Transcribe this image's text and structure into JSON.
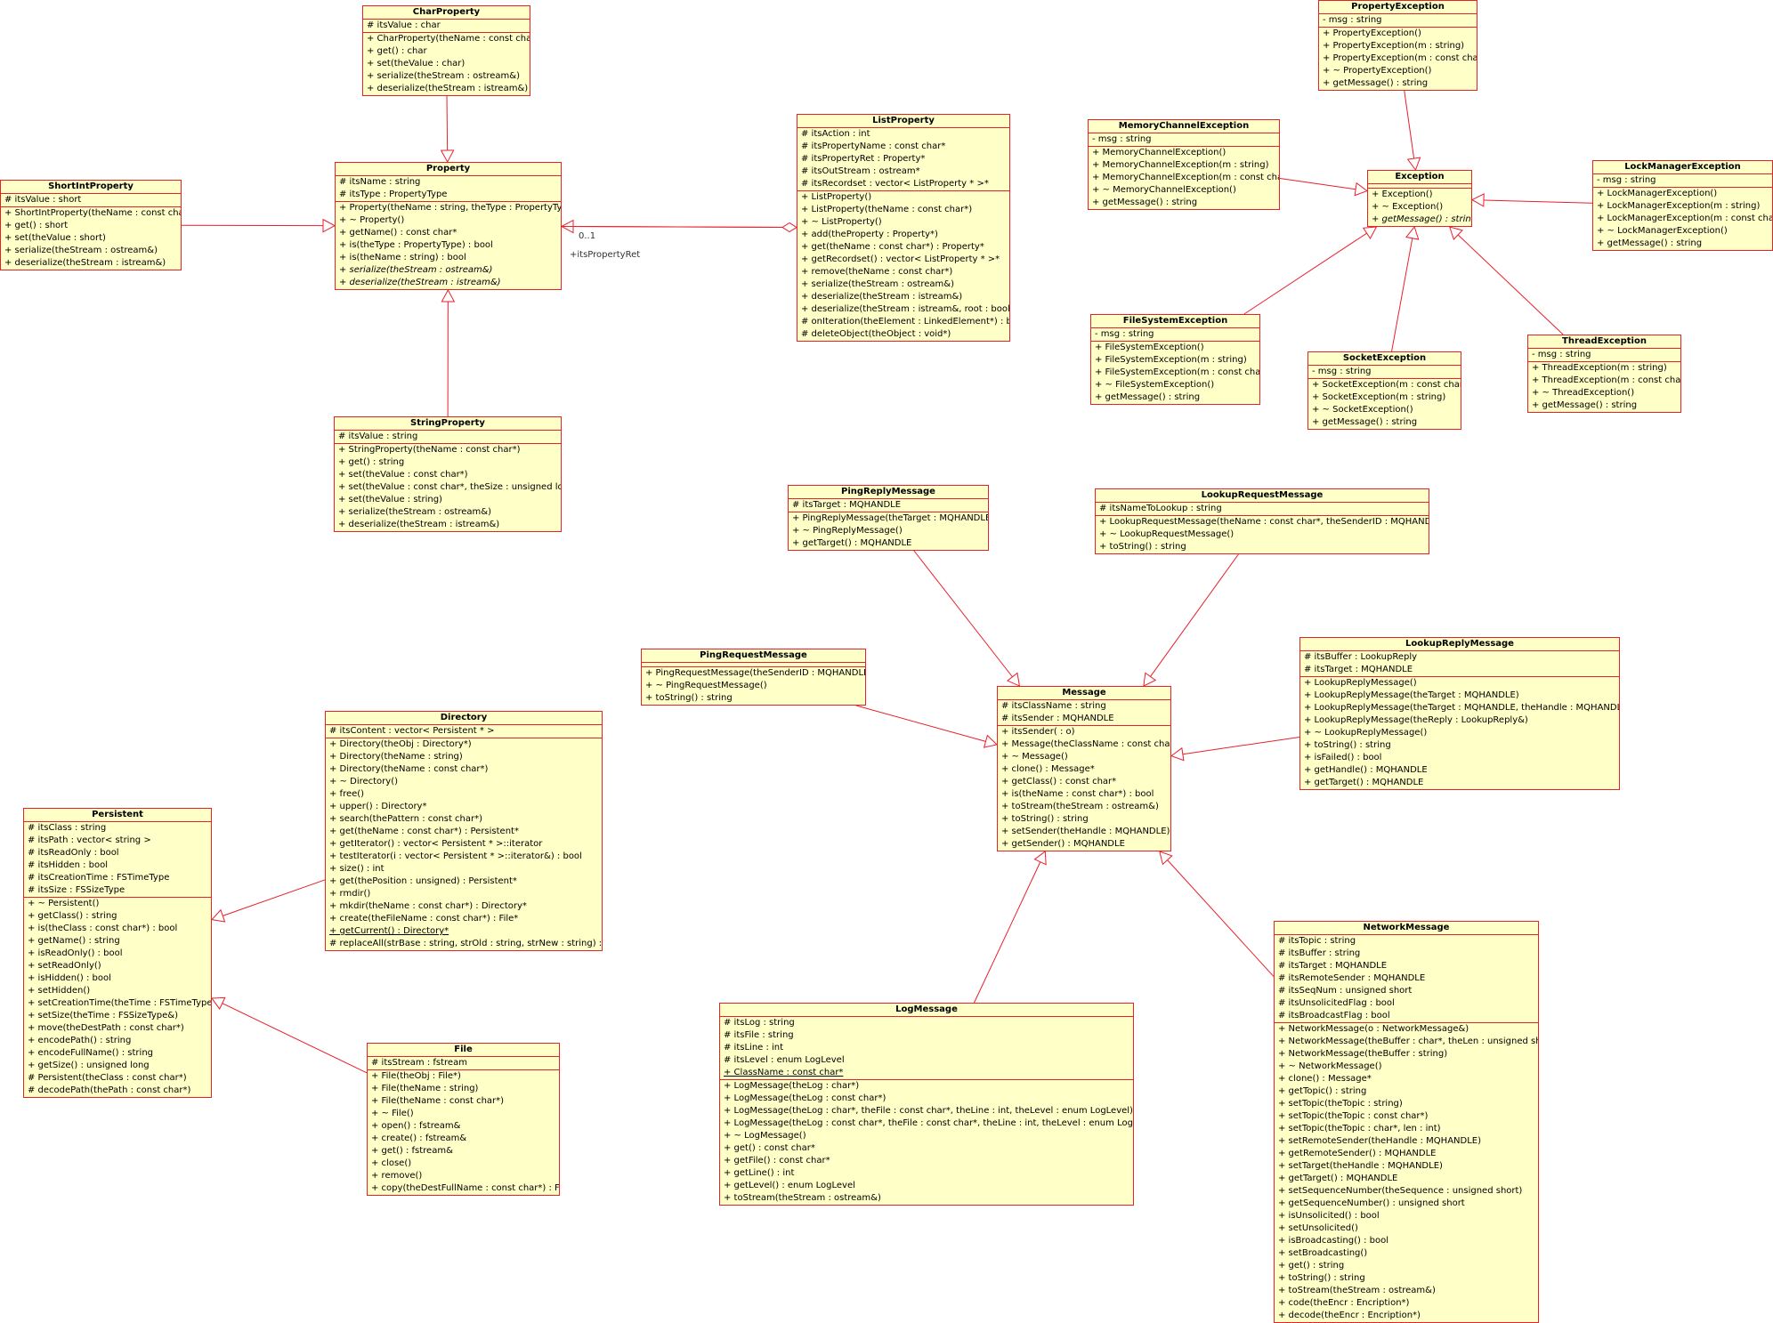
{
  "colors": {
    "line": "#e8202a",
    "fill": "#ffffc8"
  },
  "classes": [
    {
      "id": "CharProperty",
      "name": "CharProperty",
      "attrs": [
        "# itsValue : char"
      ],
      "ops": [
        "+ CharProperty(theName : const char*)",
        "+ get() : char",
        "+ set(theValue : char)",
        "+ serialize(theStream : ostream&)",
        "+ deserialize(theStream : istream&)"
      ]
    },
    {
      "id": "Property",
      "name": "Property",
      "attrs": [
        "# itsName : string",
        "# itsType : PropertyType"
      ],
      "ops": [
        "+ Property(theName : string, theType : PropertyType)",
        "+ ~ Property()",
        "+ getName() : const char*",
        "+ is(theType : PropertyType) : bool",
        "+ is(theName : string) : bool",
        "+ serialize(theStream : ostream&)",
        "+ deserialize(theStream : istream&)"
      ],
      "italicOps": [
        5,
        6
      ]
    },
    {
      "id": "ShortIntProperty",
      "name": "ShortIntProperty",
      "attrs": [
        "# itsValue : short"
      ],
      "ops": [
        "+ ShortIntProperty(theName : const char*)",
        "+ get() : short",
        "+ set(theValue : short)",
        "+ serialize(theStream : ostream&)",
        "+ deserialize(theStream : istream&)"
      ]
    },
    {
      "id": "ListProperty",
      "name": "ListProperty",
      "attrs": [
        "# itsAction : int",
        "# itsPropertyName : const char*",
        "# itsPropertyRet : Property*",
        "# itsOutStream : ostream*",
        "# itsRecordset : vector< ListProperty * >*"
      ],
      "ops": [
        "+ ListProperty()",
        "+ ListProperty(theName : const char*)",
        "+ ~ ListProperty()",
        "+ add(theProperty : Property*)",
        "+ get(theName : const char*) : Property*",
        "+ getRecordset() : vector< ListProperty * >*",
        "+ remove(theName : const char*)",
        "+ serialize(theStream : ostream&)",
        "+ deserialize(theStream : istream&)",
        "+ deserialize(theStream : istream&, root : bool)",
        "# onIteration(theElement : LinkedElement*) : bool",
        "# deleteObject(theObject : void*)"
      ]
    },
    {
      "id": "StringProperty",
      "name": "StringProperty",
      "attrs": [
        "# itsValue : string"
      ],
      "ops": [
        "+ StringProperty(theName : const char*)",
        "+ get() : string",
        "+ set(theValue : const char*)",
        "+ set(theValue : const char*, theSize : unsigned long)",
        "+ set(theValue : string)",
        "+ serialize(theStream : ostream&)",
        "+ deserialize(theStream : istream&)"
      ]
    },
    {
      "id": "PropertyException",
      "name": "PropertyException",
      "attrs": [
        "- msg : string"
      ],
      "ops": [
        "+ PropertyException()",
        "+ PropertyException(m : string)",
        "+ PropertyException(m : const char*)",
        "+ ~ PropertyException()",
        "+ getMessage() : string"
      ]
    },
    {
      "id": "MemoryChannelException",
      "name": "MemoryChannelException",
      "attrs": [
        "- msg : string"
      ],
      "ops": [
        "+ MemoryChannelException()",
        "+ MemoryChannelException(m : string)",
        "+ MemoryChannelException(m : const char*)",
        "+ ~ MemoryChannelException()",
        "+ getMessage() : string"
      ]
    },
    {
      "id": "Exception",
      "name": "Exception",
      "attrs": [],
      "ops": [
        "+ Exception()",
        "+ ~ Exception()",
        "+ getMessage() : string"
      ],
      "italicOps": [
        2
      ]
    },
    {
      "id": "LockManagerException",
      "name": "LockManagerException",
      "attrs": [
        "- msg : string"
      ],
      "ops": [
        "+ LockManagerException()",
        "+ LockManagerException(m : string)",
        "+ LockManagerException(m : const char*)",
        "+ ~ LockManagerException()",
        "+ getMessage() : string"
      ]
    },
    {
      "id": "FileSystemException",
      "name": "FileSystemException",
      "attrs": [
        "- msg : string"
      ],
      "ops": [
        "+ FileSystemException()",
        "+ FileSystemException(m : string)",
        "+ FileSystemException(m : const char*)",
        "+ ~ FileSystemException()",
        "+ getMessage() : string"
      ]
    },
    {
      "id": "SocketException",
      "name": "SocketException",
      "attrs": [
        "- msg : string"
      ],
      "ops": [
        "+ SocketException(m : const char*)",
        "+ SocketException(m : string)",
        "+ ~ SocketException()",
        "+ getMessage() : string"
      ]
    },
    {
      "id": "ThreadException",
      "name": "ThreadException",
      "attrs": [
        "- msg : string"
      ],
      "ops": [
        "+ ThreadException(m : string)",
        "+ ThreadException(m : const char*)",
        "+ ~ ThreadException()",
        "+ getMessage() : string"
      ]
    },
    {
      "id": "PingReplyMessage",
      "name": "PingReplyMessage",
      "attrs": [
        "# itsTarget : MQHANDLE"
      ],
      "ops": [
        "+ PingReplyMessage(theTarget : MQHANDLE)",
        "+ ~ PingReplyMessage()",
        "+ getTarget() : MQHANDLE"
      ]
    },
    {
      "id": "LookupRequestMessage",
      "name": "LookupRequestMessage",
      "attrs": [
        "# itsNameToLookup : string"
      ],
      "ops": [
        "+ LookupRequestMessage(theName : const char*, theSenderID : MQHANDLE)",
        "+ ~ LookupRequestMessage()",
        "+ toString() : string"
      ]
    },
    {
      "id": "PingRequestMessage",
      "name": "PingRequestMessage",
      "attrs": [],
      "ops": [
        "+ PingRequestMessage(theSenderID : MQHANDLE)",
        "+ ~ PingRequestMessage()",
        "+ toString() : string"
      ]
    },
    {
      "id": "LookupReplyMessage",
      "name": "LookupReplyMessage",
      "attrs": [
        "# itsBuffer : LookupReply",
        "# itsTarget : MQHANDLE"
      ],
      "ops": [
        "+ LookupReplyMessage()",
        "+ LookupReplyMessage(theTarget : MQHANDLE)",
        "+ LookupReplyMessage(theTarget : MQHANDLE, theHandle : MQHANDLE)",
        "+ LookupReplyMessage(theReply : LookupReply&)",
        "+ ~ LookupReplyMessage()",
        "+ toString() : string",
        "+ isFailed() : bool",
        "+ getHandle() : MQHANDLE",
        "+ getTarget() : MQHANDLE"
      ]
    },
    {
      "id": "Message",
      "name": "Message",
      "attrs": [
        "# itsClassName : string",
        "# itsSender : MQHANDLE"
      ],
      "ops": [
        "+ itsSender( : o)",
        "+ Message(theClassName : const char*)",
        "+ ~ Message()",
        "+ clone() : Message*",
        "+ getClass() : const char*",
        "+ is(theName : const char*) : bool",
        "+ toStream(theStream : ostream&)",
        "+ toString() : string",
        "+ setSender(theHandle : MQHANDLE)",
        "+ getSender() : MQHANDLE"
      ]
    },
    {
      "id": "Directory",
      "name": "Directory",
      "attrs": [
        "# itsContent : vector< Persistent * >"
      ],
      "ops": [
        "+ Directory(theObj : Directory*)",
        "+ Directory(theName : string)",
        "+ Directory(theName : const char*)",
        "+ ~ Directory()",
        "+ free()",
        "+ upper() : Directory*",
        "+ search(thePattern : const char*)",
        "+ get(theName : const char*) : Persistent*",
        "+ getIterator() : vector< Persistent * >::iterator",
        "+ testIterator(i : vector< Persistent * >::iterator&) : bool",
        "+ size() : int",
        "+ get(thePosition : unsigned) : Persistent*",
        "+ rmdir()",
        "+ mkdir(theName : const char*) : Directory*",
        "+ create(theFileName : const char*) : File*",
        "+ getCurrent() : Directory*",
        "# replaceAll(strBase : string, strOld : string, strNew : string) : string"
      ],
      "underlineOps": [
        15
      ]
    },
    {
      "id": "Persistent",
      "name": "Persistent",
      "attrs": [
        "# itsClass : string",
        "# itsPath : vector< string >",
        "# itsReadOnly : bool",
        "# itsHidden : bool",
        "# itsCreationTime : FSTimeType",
        "# itsSize : FSSizeType"
      ],
      "ops": [
        "+ ~ Persistent()",
        "+ getClass() : string",
        "+ is(theClass : const char*) : bool",
        "+ getName() : string",
        "+ isReadOnly() : bool",
        "+ setReadOnly()",
        "+ isHidden() : bool",
        "+ setHidden()",
        "+ setCreationTime(theTime : FSTimeType&)",
        "+ setSize(theTime : FSSizeType&)",
        "+ move(theDestPath : const char*)",
        "+ encodePath() : string",
        "+ encodeFullName() : string",
        "+ getSize() : unsigned long",
        "# Persistent(theClass : const char*)",
        "# decodePath(thePath : const char*)"
      ]
    },
    {
      "id": "File",
      "name": "File",
      "attrs": [
        "# itsStream : fstream"
      ],
      "ops": [
        "+ File(theObj : File*)",
        "+ File(theName : string)",
        "+ File(theName : const char*)",
        "+ ~ File()",
        "+ open() : fstream&",
        "+ create() : fstream&",
        "+ get() : fstream&",
        "+ close()",
        "+ remove()",
        "+ copy(theDestFullName : const char*) : File*"
      ]
    },
    {
      "id": "LogMessage",
      "name": "LogMessage",
      "attrs": [
        "# itsLog : string",
        "# itsFile : string",
        "# itsLine : int",
        "# itsLevel : enum LogLevel",
        "+ ClassName : const char*"
      ],
      "underlineAttrs": [
        4
      ],
      "ops": [
        "+ LogMessage(theLog : char*)",
        "+ LogMessage(theLog : const char*)",
        "+ LogMessage(theLog : char*, theFile : const char*, theLine : int, theLevel : enum LogLevel)",
        "+ LogMessage(theLog : const char*, theFile : const char*, theLine : int, theLevel : enum LogLevel)",
        "+ ~ LogMessage()",
        "+ get() : const char*",
        "+ getFile() : const char*",
        "+ getLine() : int",
        "+ getLevel() : enum LogLevel",
        "+ toStream(theStream : ostream&)"
      ]
    },
    {
      "id": "NetworkMessage",
      "name": "NetworkMessage",
      "attrs": [
        "# itsTopic : string",
        "# itsBuffer : string",
        "# itsTarget : MQHANDLE",
        "# itsRemoteSender : MQHANDLE",
        "# itsSeqNum : unsigned short",
        "# itsUnsolicitedFlag : bool",
        "# itsBroadcastFlag : bool"
      ],
      "ops": [
        "+ NetworkMessage(o : NetworkMessage&)",
        "+ NetworkMessage(theBuffer : char*, theLen : unsigned short)",
        "+ NetworkMessage(theBuffer : string)",
        "+ ~ NetworkMessage()",
        "+ clone() : Message*",
        "+ getTopic() : string",
        "+ setTopic(theTopic : string)",
        "+ setTopic(theTopic : const char*)",
        "+ setTopic(theTopic : char*, len : int)",
        "+ setRemoteSender(theHandle : MQHANDLE)",
        "+ getRemoteSender() : MQHANDLE",
        "+ setTarget(theHandle : MQHANDLE)",
        "+ getTarget() : MQHANDLE",
        "+ setSequenceNumber(theSequence : unsigned short)",
        "+ getSequenceNumber() : unsigned short",
        "+ isUnsolicited() : bool",
        "+ setUnsolicited()",
        "+ isBroadcasting() : bool",
        "+ setBroadcasting()",
        "+ get() : string",
        "+ toString() : string",
        "+ toStream(theStream : ostream&)",
        "+ code(theEncr : Encription*)",
        "+ decode(theEncr : Encription*)"
      ]
    }
  ],
  "relations": [
    {
      "type": "generalization",
      "from": "CharProperty",
      "to": "Property"
    },
    {
      "type": "generalization",
      "from": "ShortIntProperty",
      "to": "Property"
    },
    {
      "type": "generalization",
      "from": "ListProperty",
      "to": "Property"
    },
    {
      "type": "generalization",
      "from": "StringProperty",
      "to": "Property"
    },
    {
      "type": "aggregation",
      "from": "Property",
      "to": "ListProperty",
      "multiplicity": "0..1",
      "role": "+itsPropertyRet"
    },
    {
      "type": "generalization",
      "from": "PropertyException",
      "to": "Exception"
    },
    {
      "type": "generalization",
      "from": "MemoryChannelException",
      "to": "Exception"
    },
    {
      "type": "generalization",
      "from": "LockManagerException",
      "to": "Exception"
    },
    {
      "type": "generalization",
      "from": "FileSystemException",
      "to": "Exception"
    },
    {
      "type": "generalization",
      "from": "SocketException",
      "to": "Exception"
    },
    {
      "type": "generalization",
      "from": "ThreadException",
      "to": "Exception"
    },
    {
      "type": "generalization",
      "from": "PingReplyMessage",
      "to": "Message"
    },
    {
      "type": "generalization",
      "from": "LookupRequestMessage",
      "to": "Message"
    },
    {
      "type": "generalization",
      "from": "PingRequestMessage",
      "to": "Message"
    },
    {
      "type": "generalization",
      "from": "LookupReplyMessage",
      "to": "Message"
    },
    {
      "type": "generalization",
      "from": "LogMessage",
      "to": "Message"
    },
    {
      "type": "generalization",
      "from": "NetworkMessage",
      "to": "Message"
    },
    {
      "type": "generalization",
      "from": "Directory",
      "to": "Persistent"
    },
    {
      "type": "generalization",
      "from": "File",
      "to": "Persistent"
    }
  ]
}
